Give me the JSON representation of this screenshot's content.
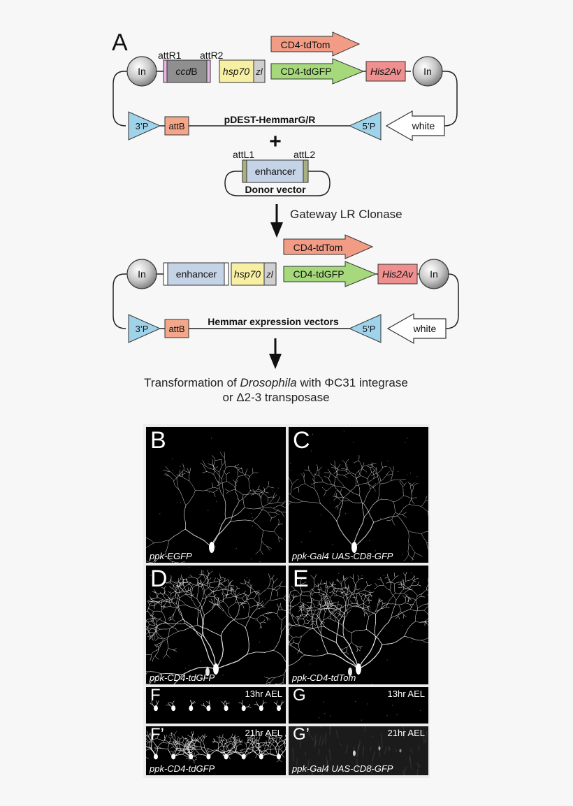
{
  "figure": {
    "panel_a_label": "A",
    "vector1": {
      "attR1": "attR1",
      "attR2": "attR2",
      "in_left": "In",
      "in_right": "In",
      "ccdb_italic": "ccd",
      "ccdb_rest": "B",
      "hsp70": "hsp70",
      "zl": "zl",
      "cd4_tdtom": "CD4-tdTom",
      "cd4_tdgfp": "CD4-tdGFP",
      "his2av": "His2Av",
      "p3": "3’P",
      "attb": "attB",
      "name": "pDEST-HemmarG/R",
      "p5": "5’P",
      "white": "white"
    },
    "plus": "+",
    "donor": {
      "attL1": "attL1",
      "attL2": "attL2",
      "enhancer": "enhancer",
      "name": "Donor vector"
    },
    "reaction": "Gateway LR Clonase",
    "vector2": {
      "in_left": "In",
      "in_right": "In",
      "enhancer": "enhancer",
      "hsp70": "hsp70",
      "zl": "zl",
      "cd4_tdtom": "CD4-tdTom",
      "cd4_tdgfp": "CD4-tdGFP",
      "his2av": "His2Av",
      "p3": "3’P",
      "attb": "attB",
      "name": "Hemmar expression vectors",
      "p5": "5’P",
      "white": "white"
    },
    "transformation": {
      "line1_a": "Transformation of ",
      "line1_italic": "Drosophila",
      "line1_b": " with ΦC31 integrase",
      "line2": "or Δ2-3 transposase"
    },
    "panels": [
      {
        "label": "B",
        "genotype": "ppk-EGFP",
        "time": ""
      },
      {
        "label": "C",
        "genotype": "ppk-Gal4 UAS-CD8-GFP",
        "time": ""
      },
      {
        "label": "D",
        "genotype": "ppk-CD4-tdGFP",
        "time": ""
      },
      {
        "label": "E",
        "genotype": "ppk-CD4-tdTom",
        "time": ""
      },
      {
        "label": "F",
        "genotype": "",
        "time": "13hr AEL"
      },
      {
        "label": "G",
        "genotype": "",
        "time": "13hr AEL"
      },
      {
        "label": "F’",
        "genotype": "ppk-CD4-tdGFP",
        "time": "21hr AEL"
      },
      {
        "label": "G’",
        "genotype": "ppk-Gal4 UAS-CD8-GFP",
        "time": "21hr AEL"
      }
    ],
    "colors": {
      "tdtom": "#f29c86",
      "tdgfp": "#a6d97c",
      "hsp70": "#f7f0a3",
      "his2av": "#ef8f8f",
      "ccdb": "#8f8f8f",
      "p_element": "#9fd3ea",
      "attb": "#f3a78a",
      "enhancer": "#c5d3e6",
      "attR": "#e7b6e4",
      "attL": "#a7b07e"
    }
  }
}
